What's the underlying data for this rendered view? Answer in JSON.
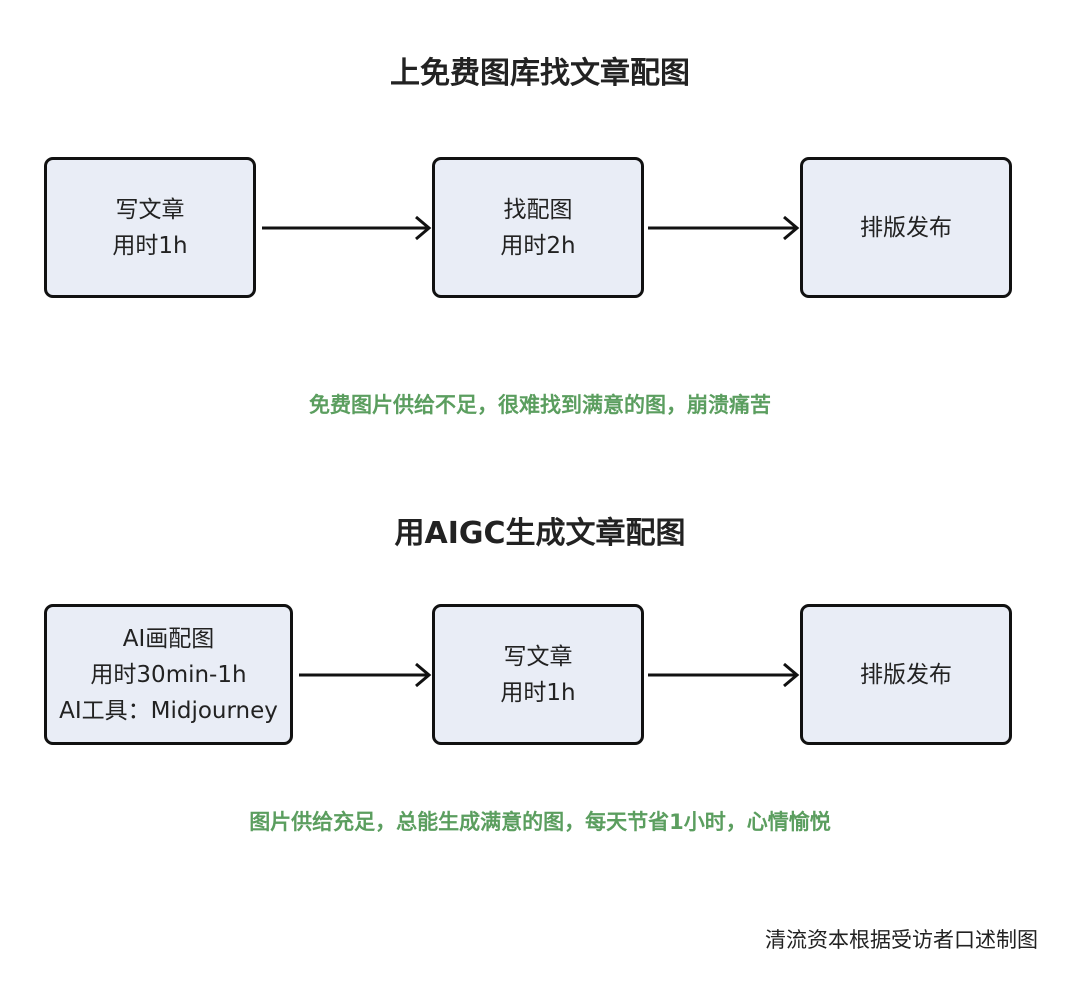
{
  "section1": {
    "title": "上免费图库找文章配图",
    "boxes": [
      {
        "line1": "写文章",
        "line2": "用时1h"
      },
      {
        "line1": "找配图",
        "line2": "用时2h"
      },
      {
        "line1": "排版发布"
      }
    ],
    "note": "免费图片供给不足，很难找到满意的图，崩溃痛苦"
  },
  "section2": {
    "title": "用AIGC生成文章配图",
    "boxes": [
      {
        "line1": "AI画配图",
        "line2": "用时30min-1h",
        "line3": "AI工具：Midjourney"
      },
      {
        "line1": "写文章",
        "line2": "用时1h"
      },
      {
        "line1": "排版发布"
      }
    ],
    "note": "图片供给充足，总能生成满意的图，每天节省1小时，心情愉悦"
  },
  "credit": "清流资本根据受访者口述制图",
  "colors": {
    "box_fill": "#e9edf6",
    "border": "#111111",
    "note": "#5b9e5f"
  }
}
